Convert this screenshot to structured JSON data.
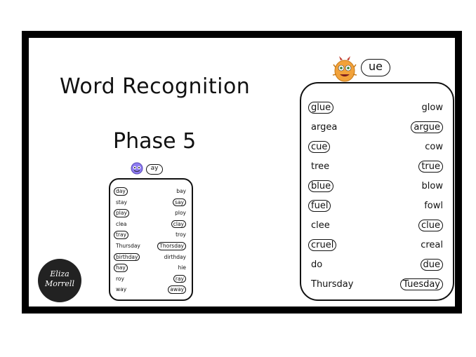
{
  "title": "Word Recognition",
  "subtitle": "Phase 5",
  "small_card": {
    "sound": "ay",
    "rows": [
      {
        "left": "day",
        "left_circled": true,
        "right": "bay",
        "right_circled": false
      },
      {
        "left": "stay",
        "left_circled": false,
        "right": "say",
        "right_circled": true
      },
      {
        "left": "play",
        "left_circled": true,
        "right": "ploy",
        "right_circled": false
      },
      {
        "left": "clea",
        "left_circled": false,
        "right": "clay",
        "right_circled": true
      },
      {
        "left": "tray",
        "left_circled": true,
        "right": "troy",
        "right_circled": false
      },
      {
        "left": "Thursday",
        "left_circled": false,
        "right": "Thorsday",
        "right_circled": true
      },
      {
        "left": "birthday",
        "left_circled": true,
        "right": "dirthday",
        "right_circled": false
      },
      {
        "left": "hay",
        "left_circled": true,
        "right": "hie",
        "right_circled": false
      },
      {
        "left": "roy",
        "left_circled": false,
        "right": "ray",
        "right_circled": true
      },
      {
        "left": "way",
        "left_circled": false,
        "right": "away",
        "right_circled": true
      }
    ]
  },
  "big_card": {
    "sound": "ue",
    "rows": [
      {
        "left": "glue",
        "left_circled": true,
        "right": "glow",
        "right_circled": false
      },
      {
        "left": "argea",
        "left_circled": false,
        "right": "argue",
        "right_circled": true
      },
      {
        "left": "cue",
        "left_circled": true,
        "right": "cow",
        "right_circled": false
      },
      {
        "left": "tree",
        "left_circled": false,
        "right": "true",
        "right_circled": true
      },
      {
        "left": "blue",
        "left_circled": true,
        "right": "blow",
        "right_circled": false
      },
      {
        "left": "fuel",
        "left_circled": true,
        "right": "fowl",
        "right_circled": false
      },
      {
        "left": "clee",
        "left_circled": false,
        "right": "clue",
        "right_circled": true
      },
      {
        "left": "cruel",
        "left_circled": true,
        "right": "creal",
        "right_circled": false
      },
      {
        "left": "do",
        "left_circled": false,
        "right": "due",
        "right_circled": true
      },
      {
        "left": "Thursday",
        "left_circled": false,
        "right": "Tuesday",
        "right_circled": true
      }
    ]
  },
  "logo": {
    "line1": "Eliza",
    "line2": "Morrell"
  },
  "colors": {
    "frame": "#000000",
    "monster_small": "#8e7cf0",
    "monster_big": "#f2a23a"
  }
}
